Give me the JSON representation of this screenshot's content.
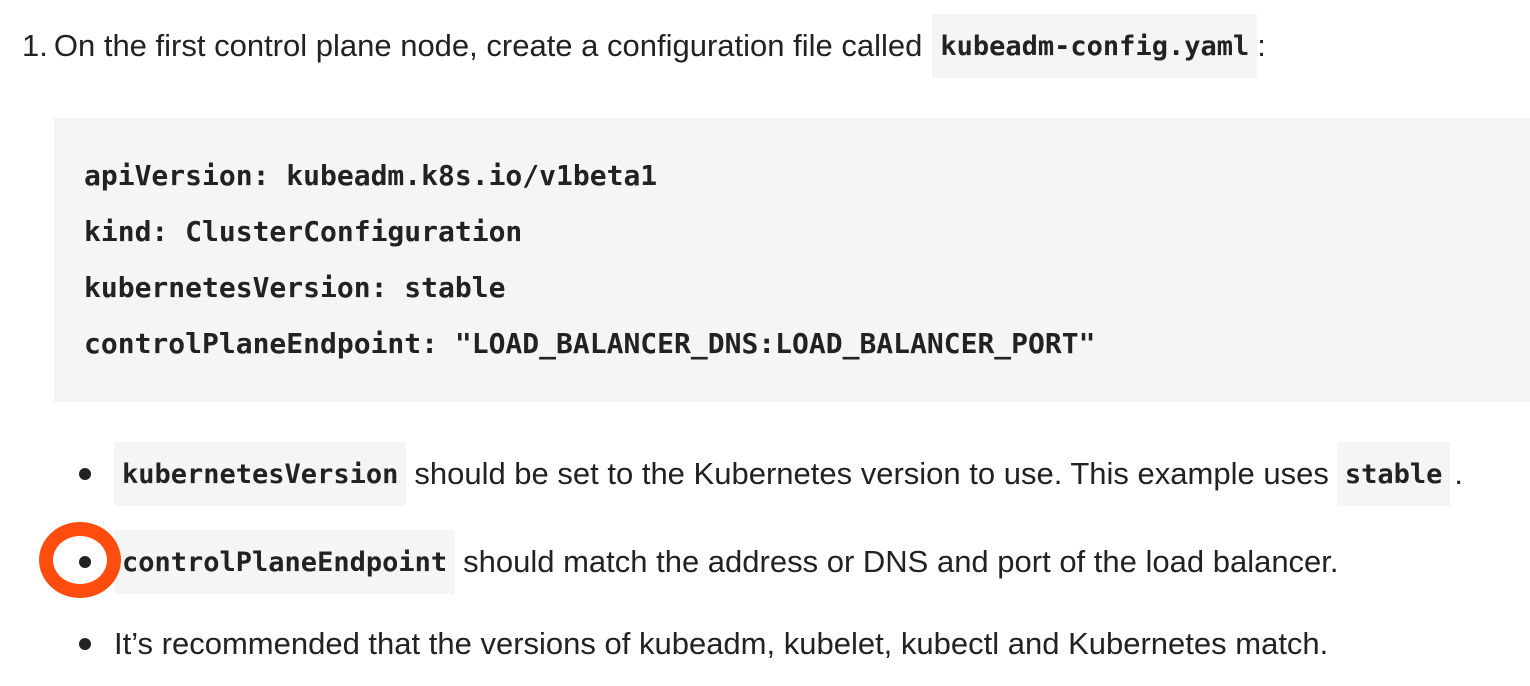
{
  "step": {
    "number": "1.",
    "text": "On the first control plane node, create a configuration file called",
    "filename": "kubeadm-config.yaml",
    "suffix": ":"
  },
  "code_block": {
    "lines": [
      "apiVersion: kubeadm.k8s.io/v1beta1",
      "kind: ClusterConfiguration",
      "kubernetesVersion: stable",
      "controlPlaneEndpoint: \"LOAD_BALANCER_DNS:LOAD_BALANCER_PORT\""
    ]
  },
  "bullets": [
    {
      "code": "kubernetesVersion",
      "text": "should be set to the Kubernetes version to use. This example uses",
      "code2": "stable",
      "suffix": "."
    },
    {
      "code": "controlPlaneEndpoint",
      "text": "should match the address or DNS and port of the load balancer."
    },
    {
      "text": "It’s recommended that the versions of kubeadm, kubelet, kubectl and Kubernetes match."
    }
  ],
  "colors": {
    "text": "#222222",
    "code_background": "#f5f5f5",
    "annotation_marker": "#ff4c0f"
  }
}
